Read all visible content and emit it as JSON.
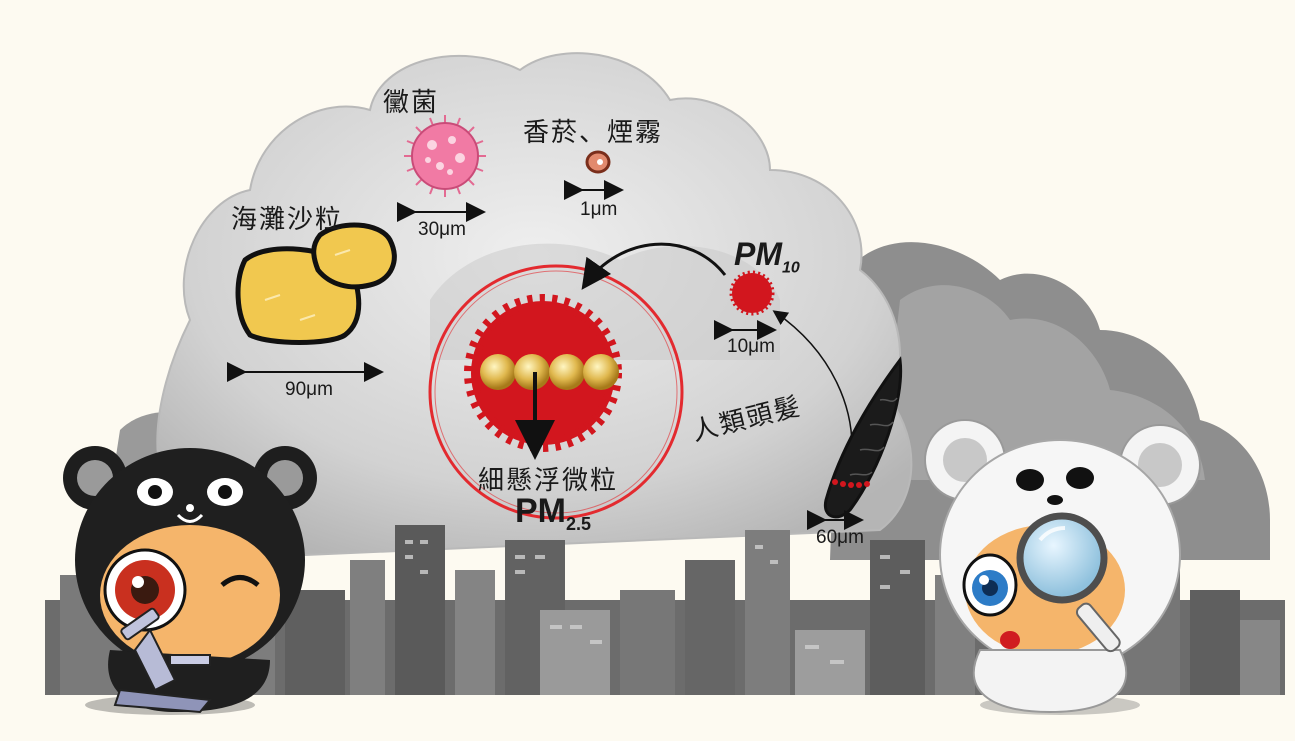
{
  "particles": {
    "beach_sand": {
      "label": "海灘沙粒",
      "size": "90μm"
    },
    "mold": {
      "label": "黴菌",
      "size": "30μm"
    },
    "smoke": {
      "label": "香菸、煙霧",
      "size": "1μm"
    },
    "pm10": {
      "label_main": "PM",
      "label_sub": "10",
      "size": "10μm"
    },
    "hair": {
      "label": "人類頭髮",
      "size": "60μm"
    },
    "pm25": {
      "label": "細懸浮微粒",
      "label_main": "PM",
      "label_sub": "2.5"
    }
  },
  "colors": {
    "pm_red": "#d2161e",
    "sand": "#f1c84f",
    "mold_pink": "#f17aa4",
    "cloud": "#d4d4d4",
    "city": "#6f6f6f",
    "background": "#fdfaf1"
  },
  "icons": [
    "black-bear-mascot",
    "white-bear-mascot",
    "microscope-icon",
    "magnifying-glass-icon",
    "city-skyline"
  ]
}
